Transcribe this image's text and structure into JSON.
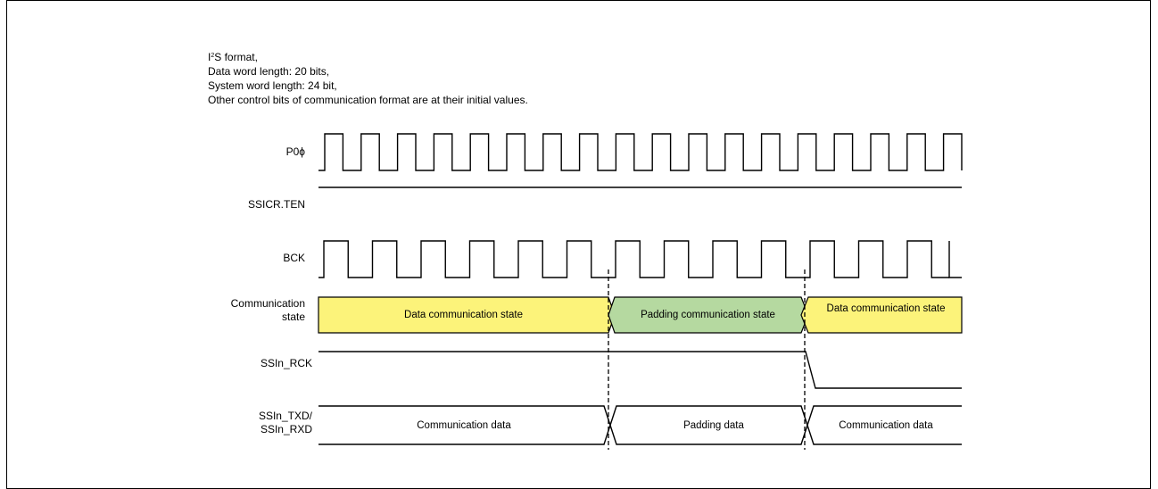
{
  "notes": {
    "line1_prefix": "I",
    "line1_sup": "2",
    "line1_rest": "S format,",
    "line2": "Data word length: 20 bits,",
    "line3": "System word length: 24 bit,",
    "line4": "Other control bits of communication format are at their initial values."
  },
  "signals": {
    "p0": "P0ϕ",
    "ten": "SSICR.TEN",
    "bck": "BCK",
    "comm_state_1": "Communication",
    "comm_state_2": "state",
    "rck": "SSIn_RCK",
    "txd_1": "SSIn_TXD/",
    "txd_2": "SSIn_RXD"
  },
  "states": {
    "data_state": "Data communication state",
    "padding_state": "Padding communication state",
    "data_state_2": "Data communication state"
  },
  "data_line": {
    "comm_data": "Communication data",
    "padding_data": "Padding data",
    "comm_data_2": "Communication data"
  },
  "colors": {
    "data_fill": "#fcf37a",
    "padding_fill": "#b5d9a0"
  }
}
